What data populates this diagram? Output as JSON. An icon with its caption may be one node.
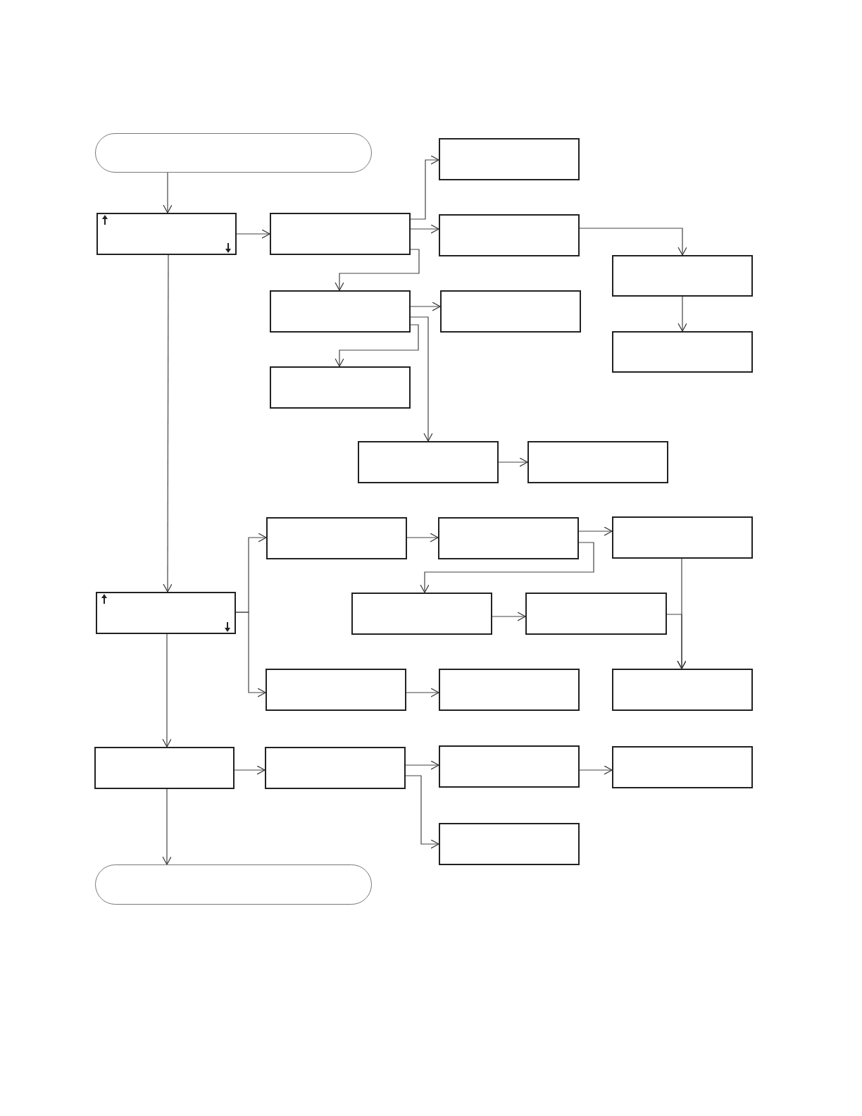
{
  "diagram": {
    "nodes": [
      {
        "text": [],
        "shape": "pill"
      },
      {
        "text": [],
        "shape": "box"
      },
      {
        "text": [],
        "shape": "box"
      },
      {
        "text": [],
        "shape": "box"
      },
      {
        "text": [],
        "shape": "box"
      },
      {
        "text": [],
        "shape": "box"
      },
      {
        "text": [],
        "shape": "box"
      },
      {
        "text": [],
        "shape": "box"
      },
      {
        "text": [],
        "shape": "box"
      },
      {
        "text": [],
        "shape": "box"
      },
      {
        "text": [],
        "shape": "box"
      },
      {
        "text": [],
        "shape": "box"
      },
      {
        "text": [],
        "shape": "box"
      },
      {
        "text": [],
        "shape": "box"
      },
      {
        "text": [],
        "shape": "box"
      },
      {
        "text": [],
        "shape": "box"
      },
      {
        "text": [],
        "shape": "box"
      },
      {
        "text": [],
        "shape": "box"
      },
      {
        "text": [],
        "shape": "box"
      },
      {
        "text": [],
        "shape": "box"
      },
      {
        "text": [],
        "shape": "box"
      },
      {
        "text": [],
        "shape": "box"
      },
      {
        "text": [],
        "shape": "box"
      },
      {
        "text": [],
        "shape": "box"
      },
      {
        "text": [],
        "shape": "box"
      },
      {
        "text": [],
        "shape": "box"
      },
      {
        "text": [],
        "shape": "pill"
      }
    ],
    "edges": [
      {
        "from": 0,
        "to": 2,
        "arrow": "to"
      },
      {
        "from": 2,
        "to": 3,
        "arrow": "to"
      },
      {
        "from": 3,
        "to": 1,
        "arrow": "to"
      },
      {
        "from": 3,
        "to": 4,
        "arrow": "to"
      },
      {
        "from": 3,
        "to": 6,
        "arrow": "to"
      },
      {
        "from": 4,
        "to": 5,
        "arrow": "to"
      },
      {
        "from": 5,
        "to": 8,
        "arrow": "to"
      },
      {
        "from": 6,
        "to": 7,
        "arrow": "to"
      },
      {
        "from": 6,
        "to": 9,
        "arrow": "to"
      },
      {
        "from": 6,
        "to": 10,
        "arrow": "to"
      },
      {
        "from": 10,
        "to": 11,
        "arrow": "to"
      },
      {
        "from": 2,
        "to": 15,
        "arrow": "to"
      },
      {
        "from": 15,
        "to": 12,
        "arrow": "to"
      },
      {
        "from": 15,
        "to": 18,
        "arrow": "to"
      },
      {
        "from": 12,
        "to": 13,
        "arrow": "to"
      },
      {
        "from": 13,
        "to": 14,
        "arrow": "to"
      },
      {
        "from": 13,
        "to": 16,
        "arrow": "to"
      },
      {
        "from": 16,
        "to": 17,
        "arrow": "to"
      },
      {
        "from": 14,
        "to": 20,
        "arrow": "to"
      },
      {
        "from": 17,
        "to": 20,
        "arrow": "to"
      },
      {
        "from": 18,
        "to": 19,
        "arrow": "to"
      },
      {
        "from": 15,
        "to": 21,
        "arrow": "to"
      },
      {
        "from": 21,
        "to": 22,
        "arrow": "to"
      },
      {
        "from": 22,
        "to": 23,
        "arrow": "to"
      },
      {
        "from": 22,
        "to": 25,
        "arrow": "to"
      },
      {
        "from": 23,
        "to": 24,
        "arrow": "to"
      },
      {
        "from": 21,
        "to": 26,
        "arrow": "to"
      }
    ]
  }
}
